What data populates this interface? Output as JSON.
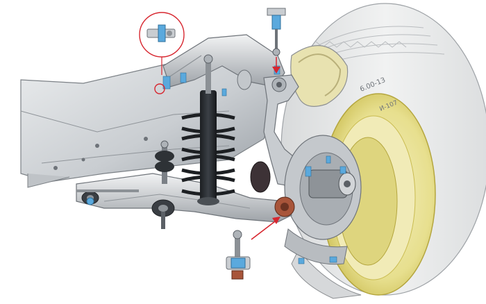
{
  "illustration": {
    "tire_marking": {
      "size": "6.00-13",
      "model": "И-107"
    },
    "colors": {
      "background": "#ffffff",
      "metal_light": "#d9dcdf",
      "metal_mid": "#a9aeb3",
      "metal_dark": "#5b6066",
      "spring_dark": "#26292d",
      "rim_yellow": "#e7df8e",
      "rim_yellow_dark": "#cfc25a",
      "tire_gray": "#e9eaea",
      "accent_blue": "#5aa9dd",
      "callout_red": "#d7262f"
    },
    "icons": [
      "magnifier-callout",
      "ball-joint-exploded-view",
      "pointer-arrow"
    ]
  }
}
